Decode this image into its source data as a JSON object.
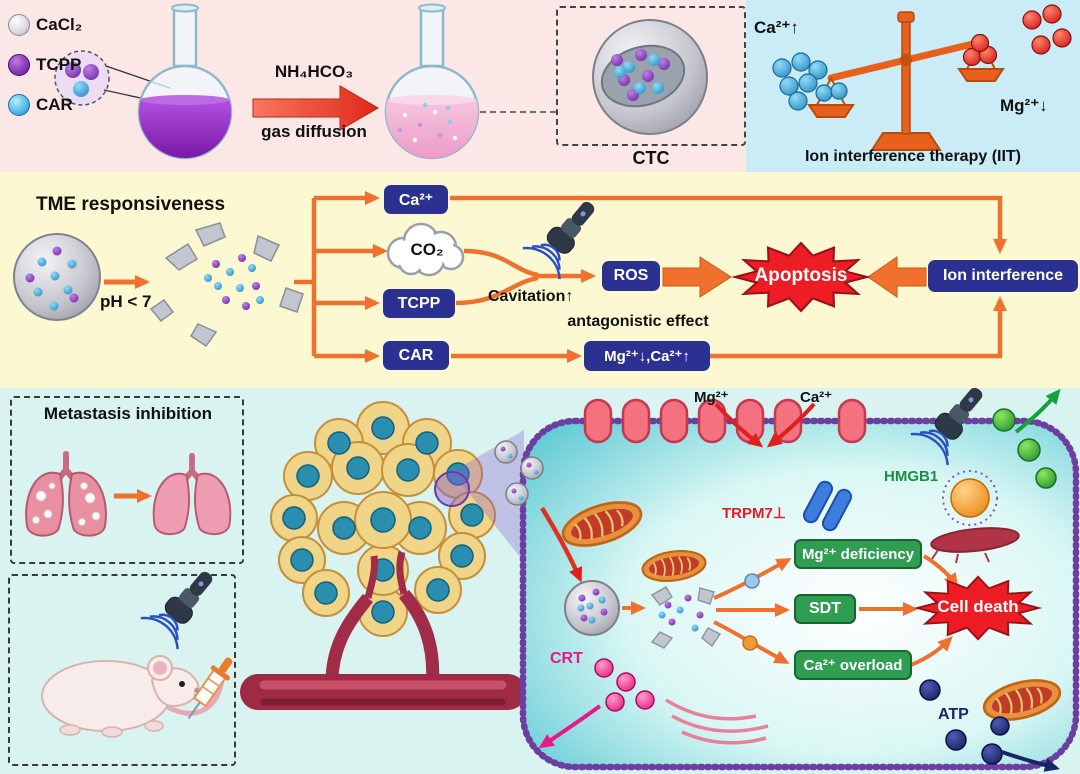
{
  "colors": {
    "panel_pink": "#fbe7e6",
    "panel_blue": "#c9ecf6",
    "panel_yellow": "#fcf8d2",
    "panel_cyan": "#d8f3f0",
    "accent_orange": "#f0712e",
    "badge_navy": "#2a3190",
    "badge_green": "#2f9e50",
    "burst_red": "#ee1c24",
    "trpm7_red": "#e8192c",
    "hmgb1_green": "#1a8f4a",
    "crt_pink": "#e8188a",
    "atp_navy": "#1a2468"
  },
  "synthesis": {
    "legend": [
      {
        "label": "CaCl₂"
      },
      {
        "label": "TCPP"
      },
      {
        "label": "CAR"
      }
    ],
    "reagent": "NH₄HCO₃",
    "process": "gas diffusion",
    "product": "CTC"
  },
  "iit": {
    "ca": "Ca²⁺↑",
    "mg": "Mg²⁺↓",
    "title": "Ion interference therapy (IIT)"
  },
  "tme": {
    "title": "TME responsiveness",
    "ph": "pH < 7",
    "ca": "Ca²⁺",
    "co2": "CO₂",
    "tcpp": "TCPP",
    "car": "CAR",
    "cavitation": "Cavitation↑",
    "ros": "ROS",
    "apoptosis": "Apoptosis",
    "ion_interference": "Ion interference",
    "antagonistic": "antagonistic effect",
    "mg_ca": "Mg²⁺↓,Ca²⁺↑"
  },
  "invivo": {
    "metastasis_title": "Metastasis inhibition"
  },
  "cell": {
    "mg": "Mg²⁺",
    "ca": "Ca²⁺",
    "trpm7": "TRPM7⊥",
    "hmgb1": "HMGB1",
    "mg_deficiency": "Mg²⁺ deficiency",
    "sdt": "SDT",
    "ca_overload": "Ca²⁺ overload",
    "cell_death": "Cell death",
    "crt": "CRT",
    "atp": "ATP"
  }
}
